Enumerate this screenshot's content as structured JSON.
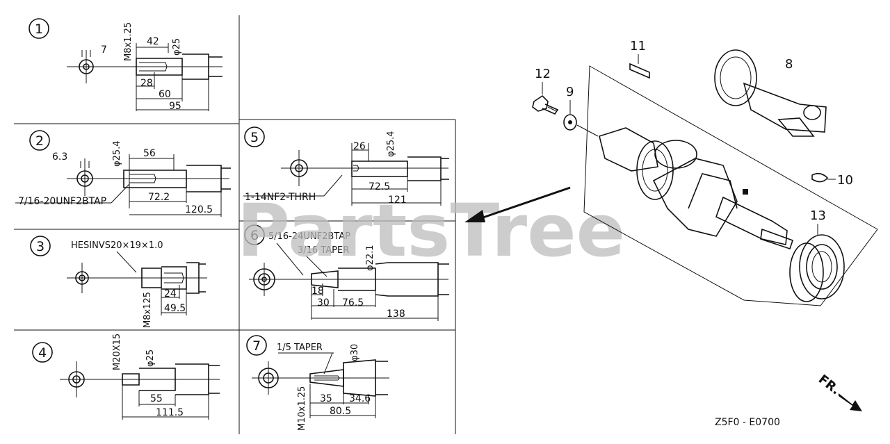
{
  "watermark": "PartsTree",
  "diagram_code": "Z5F0 - E0700",
  "direction_label": "FR.",
  "panels": [
    {
      "num": "1",
      "dims": [
        "7",
        "M8x1.25",
        "42",
        "φ25",
        "28",
        "60",
        "95"
      ]
    },
    {
      "num": "2",
      "dims": [
        "6.3",
        "φ25.4",
        "56",
        "7/16-20UNF2BTAP",
        "72.2",
        "120.5"
      ]
    },
    {
      "num": "3",
      "dims": [
        "HESINVS20×19×1.0",
        "M8x125",
        "24",
        "49.5"
      ]
    },
    {
      "num": "4",
      "dims": [
        "M20X15",
        "φ25",
        "55",
        "111.5"
      ]
    },
    {
      "num": "5",
      "dims": [
        "26",
        "φ25.4",
        "1-14NF2-THRH",
        "72.5",
        "121"
      ]
    },
    {
      "num": "6",
      "dims": [
        "5/16-24UNF2BTAP",
        "3/16 TAPER",
        "φ22.1",
        "18",
        "30",
        "76.5",
        "138"
      ]
    },
    {
      "num": "7",
      "dims": [
        "1/5 TAPER",
        "φ30",
        "M10x1.25",
        "35",
        "34.6",
        "80.5"
      ]
    }
  ],
  "callouts": [
    "8",
    "9",
    "10",
    "11",
    "12",
    "13"
  ]
}
